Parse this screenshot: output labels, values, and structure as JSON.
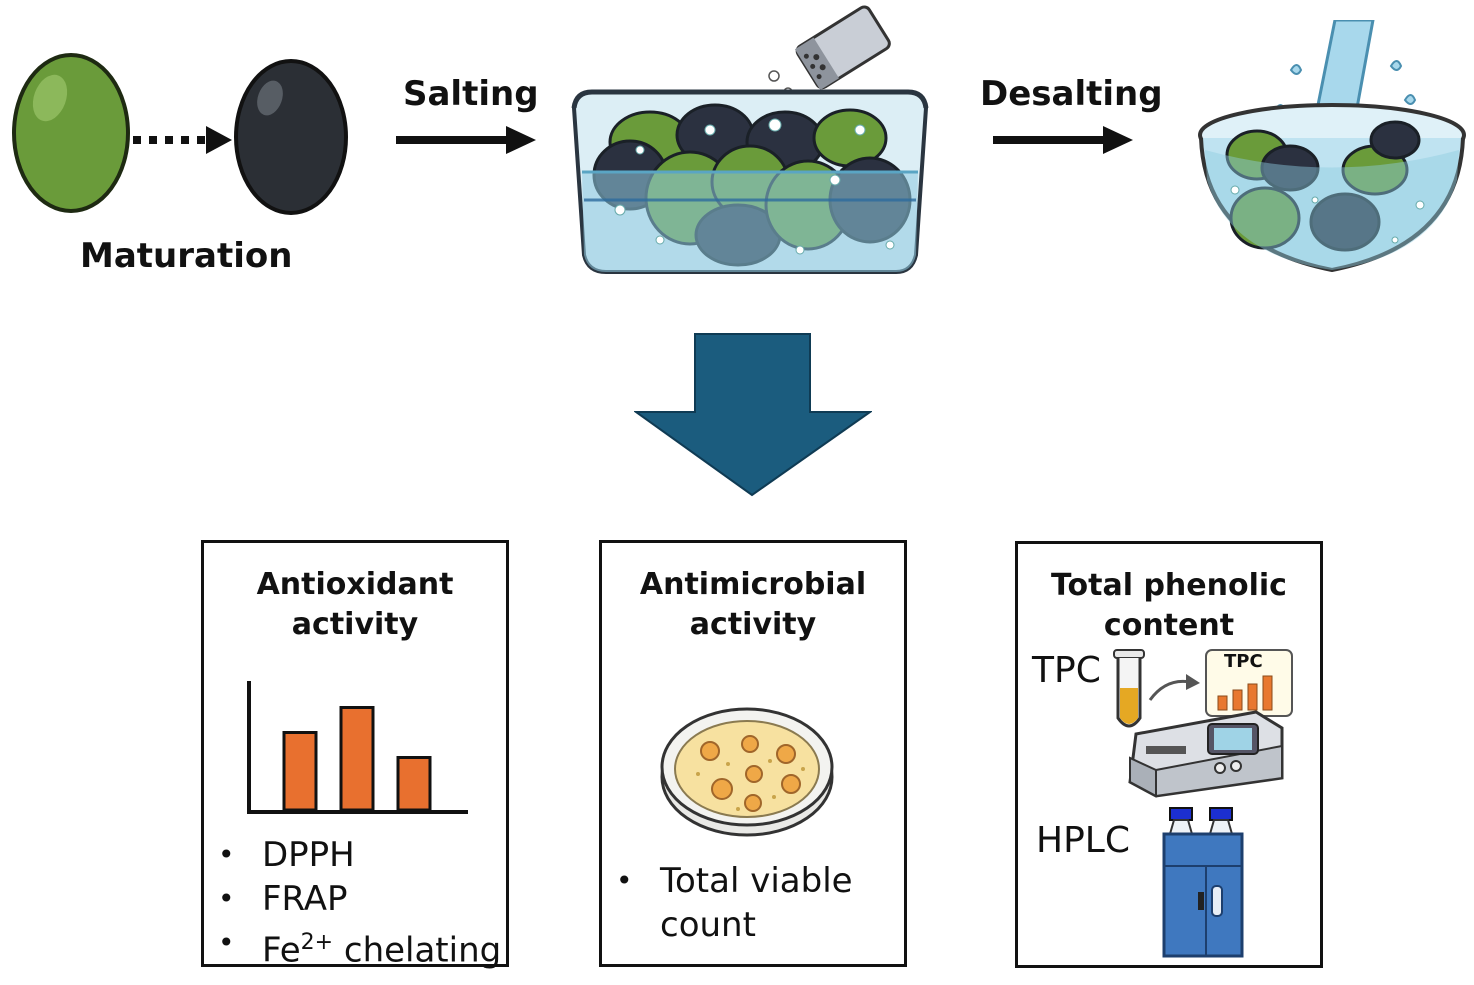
{
  "process": {
    "step_maturation": "Maturation",
    "step_salting": "Salting",
    "step_desalting": "Desalting"
  },
  "boxes": {
    "antioxidant": {
      "title_line1": "Antioxidant",
      "title_line2": "activity",
      "bars": [
        0.62,
        0.82,
        0.42
      ],
      "bar_color": "#e8702f",
      "items": [
        {
          "label": "DPPH"
        },
        {
          "label": "FRAP"
        },
        {
          "pre": "Fe",
          "sup": "2+",
          "post": " chelating"
        }
      ]
    },
    "antimicrobial": {
      "title_line1": "Antimicrobial",
      "title_line2": "activity",
      "item_line1": "Total viable",
      "item_line2": "count"
    },
    "phenolic": {
      "title_line1": "Total phenolic",
      "title_line2": "content",
      "label_tpc": "TPC",
      "chart_label": "TPC",
      "label_hplc": "HPLC"
    }
  },
  "colors": {
    "olive_green": "#6a9b3a",
    "olive_black": "#2b2f35",
    "big_arrow": "#1b5c7e",
    "water": "#9fd3e6",
    "hplc_blue": "#3f78bf"
  }
}
